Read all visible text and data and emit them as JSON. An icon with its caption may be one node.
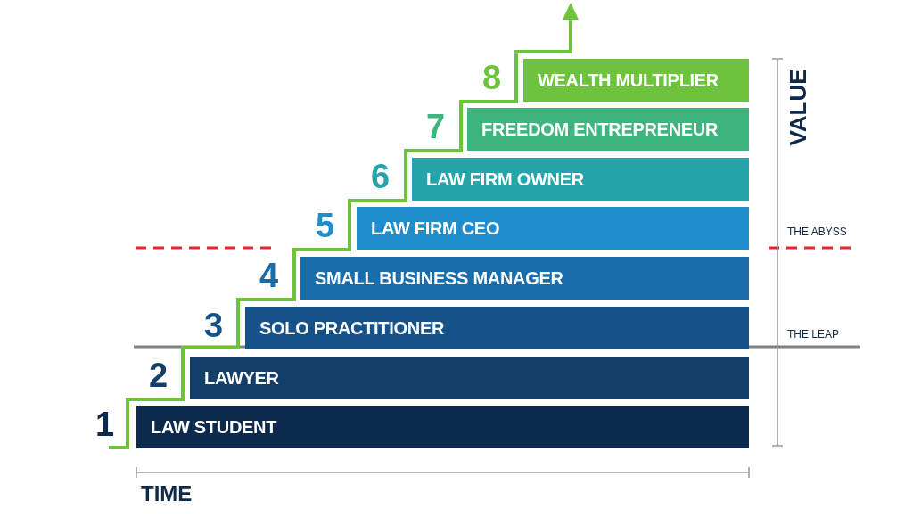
{
  "diagram": {
    "nodes": [
      {
        "text": [
          "LAW STUDENT"
        ],
        "beside": [
          "1"
        ]
      },
      {
        "text": [
          "LAWYER"
        ],
        "beside": [
          "2"
        ]
      },
      {
        "text": [
          "SOLO PRACTITIONER"
        ],
        "beside": [
          "3"
        ]
      },
      {
        "text": [
          "SMALL BUSINESS MANAGER"
        ],
        "beside": [
          "4"
        ]
      },
      {
        "text": [
          "LAW FIRM CEO"
        ],
        "beside": [
          "5"
        ]
      },
      {
        "text": [
          "LAW FIRM OWNER"
        ],
        "beside": [
          "6"
        ]
      },
      {
        "text": [
          "FREEDOM ENTREPRENEUR"
        ],
        "beside": [
          "7"
        ]
      },
      {
        "text": [
          "WEALTH MULTIPLIER"
        ],
        "beside": [
          "8"
        ]
      }
    ],
    "labels": [
      "VALUE",
      "THE ABYSS",
      "THE LEAP",
      "TIME"
    ]
  }
}
